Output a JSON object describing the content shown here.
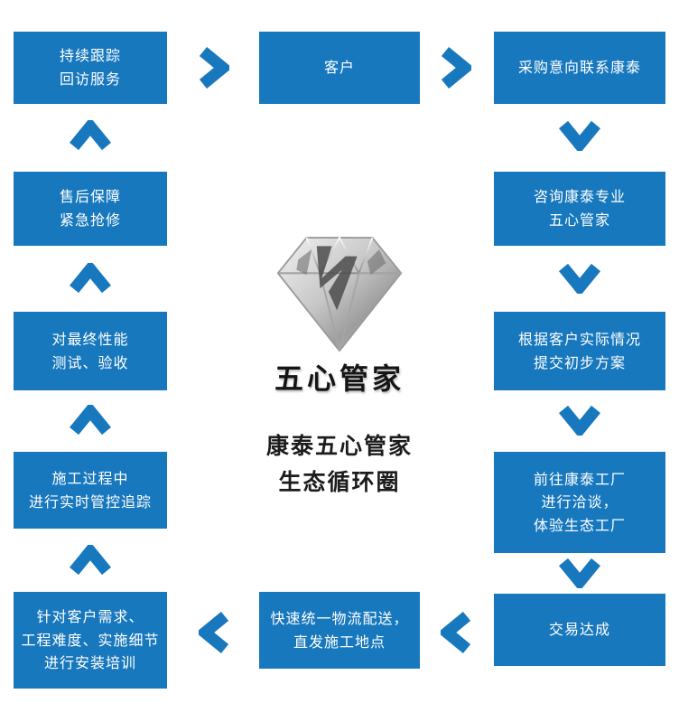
{
  "colors": {
    "primary_blue": "#1878be",
    "box_text": "#ffffff",
    "bg": "#ffffff"
  },
  "center": {
    "logo_text": "五心管家",
    "caption_line1": "康泰五心管家",
    "caption_line2": "生态循环圈"
  },
  "nodes": {
    "top_left": "持续跟踪\n回访服务",
    "top_center": "客户",
    "top_right": "采购意向联系康泰",
    "right_2": "咨询康泰专业\n五心管家",
    "right_3": "根据客户实际情况\n提交初步方案",
    "right_4": "前往康泰工厂\n进行洽谈，\n体验生态工厂",
    "bottom_right": "交易达成",
    "bottom_center": "快速统一物流配送，\n直发施工地点",
    "bottom_left": "针对客户需求、\n工程难度、实施细节\n进行安装培训",
    "left_4": "施工过程中\n进行实时管控追踪",
    "left_3": "对最终性能\n测试、验收",
    "left_2": "售后保障\n紧急抢修"
  }
}
